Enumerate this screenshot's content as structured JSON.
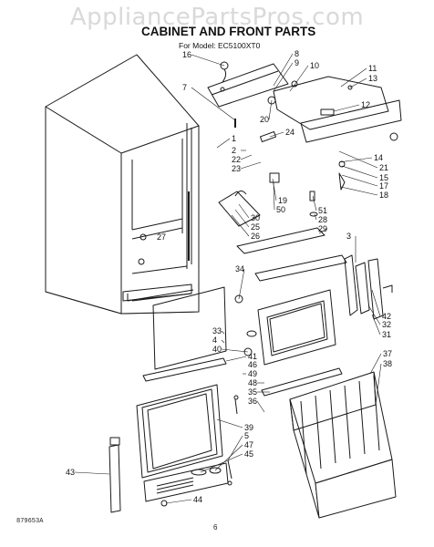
{
  "watermark": "AppliancePartsPros.com",
  "title": "CABINET AND FRONT PARTS",
  "model_line": "For Model: EC5100XT0",
  "footer_code": "879653A",
  "page_number": "6",
  "callouts": [
    "16",
    "8",
    "9",
    "10",
    "11",
    "13",
    "7",
    "20",
    "12",
    "1",
    "24",
    "2",
    "22",
    "23",
    "21",
    "14",
    "15",
    "17",
    "18",
    "19",
    "50",
    "51",
    "28",
    "29",
    "30",
    "25",
    "26",
    "27",
    "3",
    "34",
    "42",
    "32",
    "31",
    "33",
    "4",
    "40",
    "41",
    "46",
    "49",
    "48",
    "35",
    "36",
    "37",
    "38",
    "39",
    "5",
    "47",
    "45",
    "43",
    "44",
    "6"
  ]
}
